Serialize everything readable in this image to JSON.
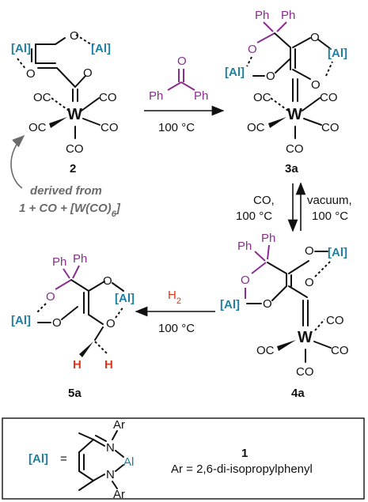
{
  "labels": {
    "al": "[Al]",
    "o": "O",
    "w": "W",
    "co": "CO",
    "oc": "OC",
    "ph": "Ph",
    "h": "H",
    "ar": "Ar",
    "n": "N",
    "al_atom": "Al",
    "equals": "="
  },
  "compounds": {
    "c2": "2",
    "c3a": "3a",
    "c4a": "4a",
    "c5a": "5a",
    "c1": "1"
  },
  "conditions": {
    "benzophenone_temp": "100 °C",
    "forward_reagent": "CO,",
    "forward_temp": "100 °C",
    "reverse_reagent": "vacuum,",
    "reverse_temp": "100 °C",
    "h2_reagent": "H",
    "h2_sub": "2",
    "h2_temp": "100 °C"
  },
  "notes": {
    "derived_line1": "derived from",
    "derived_line2_a": "1 + CO + [W(CO)",
    "derived_line2_sub": "6",
    "derived_line2_b": "]"
  },
  "legend": {
    "ar_definition": "Ar = 2,6-di-isopropylphenyl"
  },
  "colors": {
    "aluminium": "#1f7fa0",
    "phenyl_oxygen": "#8a2d8f",
    "hydrogen": "#d83a1f",
    "annotation": "#6b6b6b"
  }
}
